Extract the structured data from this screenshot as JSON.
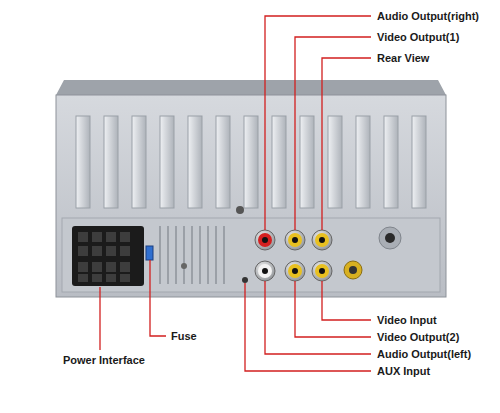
{
  "diagram": {
    "labels": [
      "Audio Output(right)",
      "Video Output(1)",
      "Rear View",
      "Video Input",
      "Video Output(2)",
      "Audio Output(left)",
      "AUX Input",
      "Power Interface",
      "Fuse"
    ]
  }
}
